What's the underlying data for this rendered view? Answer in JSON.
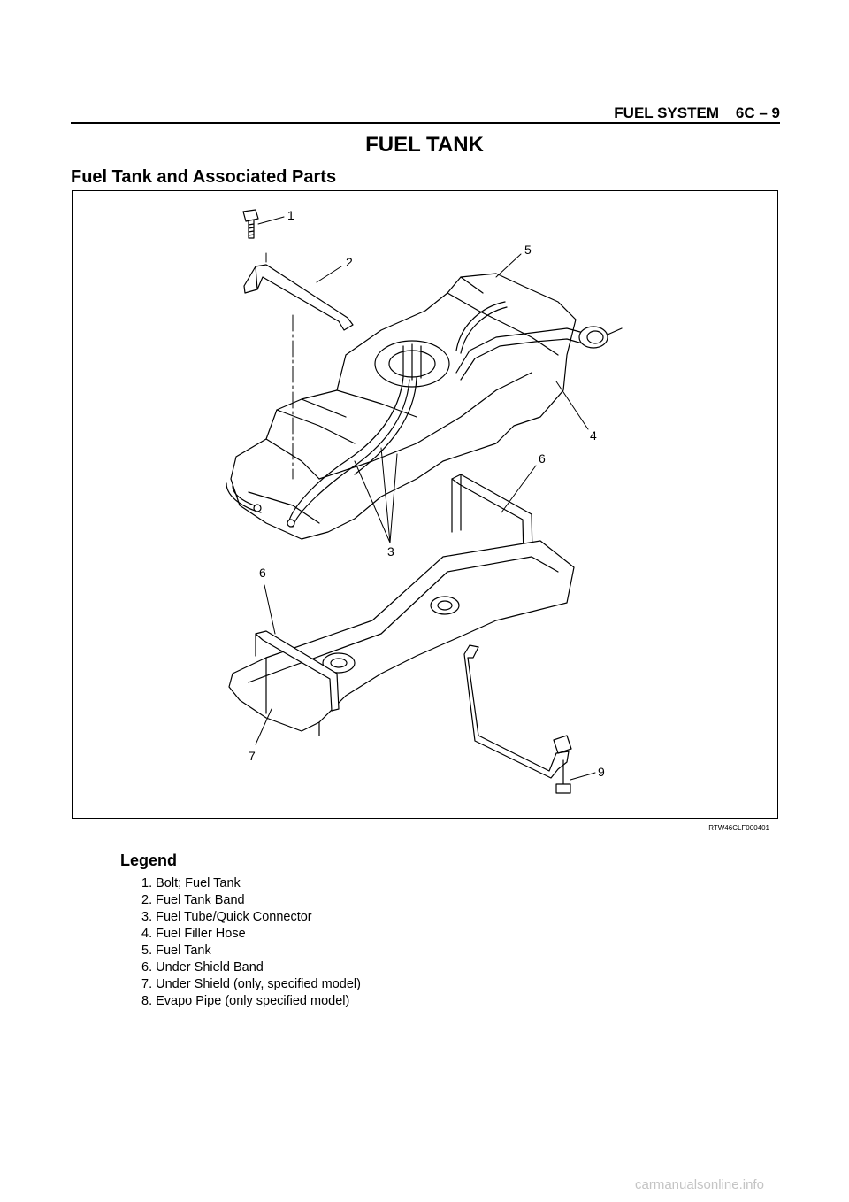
{
  "header": {
    "section": "FUEL SYSTEM",
    "page": "6C – 9"
  },
  "page_title": "FUEL TANK",
  "section_heading": "Fuel Tank and Associated Parts",
  "figure": {
    "callouts": [
      "1",
      "2",
      "5",
      "4",
      "6",
      "3",
      "6",
      "7",
      "9"
    ],
    "figure_id": "RTW46CLF000401"
  },
  "legend": {
    "title": "Legend",
    "items": [
      "1. Bolt; Fuel Tank",
      "2. Fuel Tank Band",
      "3. Fuel Tube/Quick Connector",
      "4. Fuel Filler Hose",
      "5. Fuel Tank",
      "6. Under Shield Band",
      "7. Under Shield (only, specified model)",
      "8. Evapo Pipe (only specified model)"
    ]
  },
  "watermark": "carmanualsonline.info"
}
